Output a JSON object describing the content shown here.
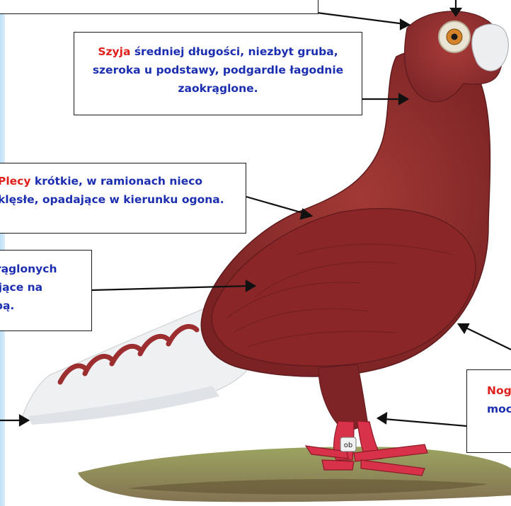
{
  "labels": {
    "szyja": {
      "key": "Szyja",
      "line1_rest": " średniej długości, niezbyt gruba,",
      "line2": "szeroka u podstawy, podgardle łagodnie",
      "line3": "zaokrąglone."
    },
    "plecy": {
      "key": "Plecy",
      "line1_rest": " krótkie, w ramionach nieco",
      "line2": "klęsłe, opadające w kierunku ogona."
    },
    "skrzydla": {
      "line1": "okrąglonych",
      "line2": "wające na",
      "line3": "sobą."
    },
    "nogi": {
      "key": "Nog",
      "line2": "mocn"
    }
  },
  "ring_text": "ob",
  "colors": {
    "label_text": "#1c2eb0",
    "label_key": "#e0201c",
    "bird_body": "#8e2a2a",
    "feet": "#d8324a",
    "ground": "#7e8a3a"
  }
}
